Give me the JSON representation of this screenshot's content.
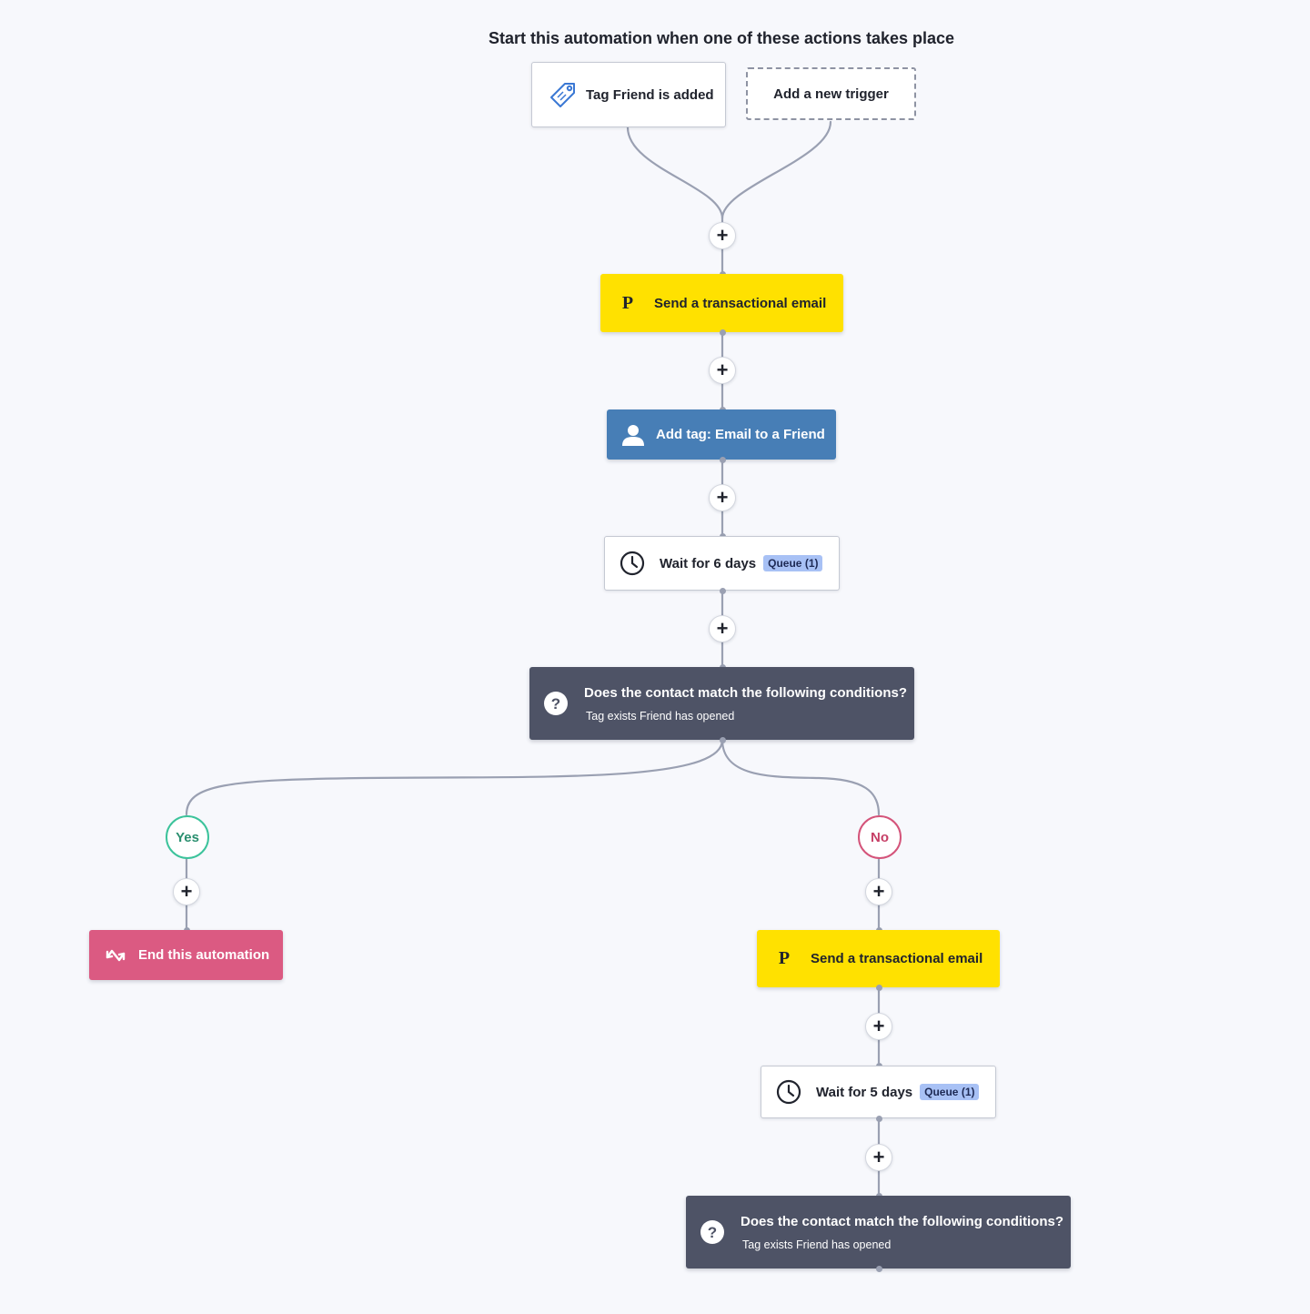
{
  "heading": "Start this automation when one of these actions takes place",
  "triggers": [
    {
      "label": "Tag Friend is added",
      "icon": "tag-icon"
    },
    {
      "label": "Add a new trigger"
    }
  ],
  "steps": {
    "send_email_1": {
      "label": "Send a transactional email",
      "icon": "postmark-p-icon",
      "icon_text": "P"
    },
    "add_tag": {
      "label": "Add tag: Email to a Friend",
      "icon": "user-icon"
    },
    "wait_1": {
      "label": "Wait for 6 days",
      "badge": "Queue (1)",
      "icon": "clock-icon"
    },
    "condition_1": {
      "title": "Does the contact match the following conditions?",
      "subtitle": "Tag exists Friend has opened",
      "icon": "question-icon"
    },
    "end": {
      "label": "End this automation",
      "icon": "refresh-arrows-icon"
    },
    "send_email_2": {
      "label": "Send a transactional email",
      "icon": "postmark-p-icon",
      "icon_text": "P"
    },
    "wait_2": {
      "label": "Wait for 5 days",
      "badge": "Queue (1)",
      "icon": "clock-icon"
    },
    "condition_2": {
      "title": "Does the contact match the following conditions?",
      "subtitle": "Tag exists Friend has opened",
      "icon": "question-icon"
    }
  },
  "branches": {
    "yes": "Yes",
    "no": "No"
  },
  "add_step_symbol": "+",
  "colors": {
    "background": "#f7f8fc",
    "connector": "#9aa0b2",
    "action_yellow": "#ffe100",
    "contact_blue": "#477eb6",
    "condition_dark": "#4e5366",
    "end_pink": "#db5a82",
    "yes_green": "#3cc39b",
    "no_red": "#d4547a",
    "queue_badge": "#a8c1f5"
  }
}
